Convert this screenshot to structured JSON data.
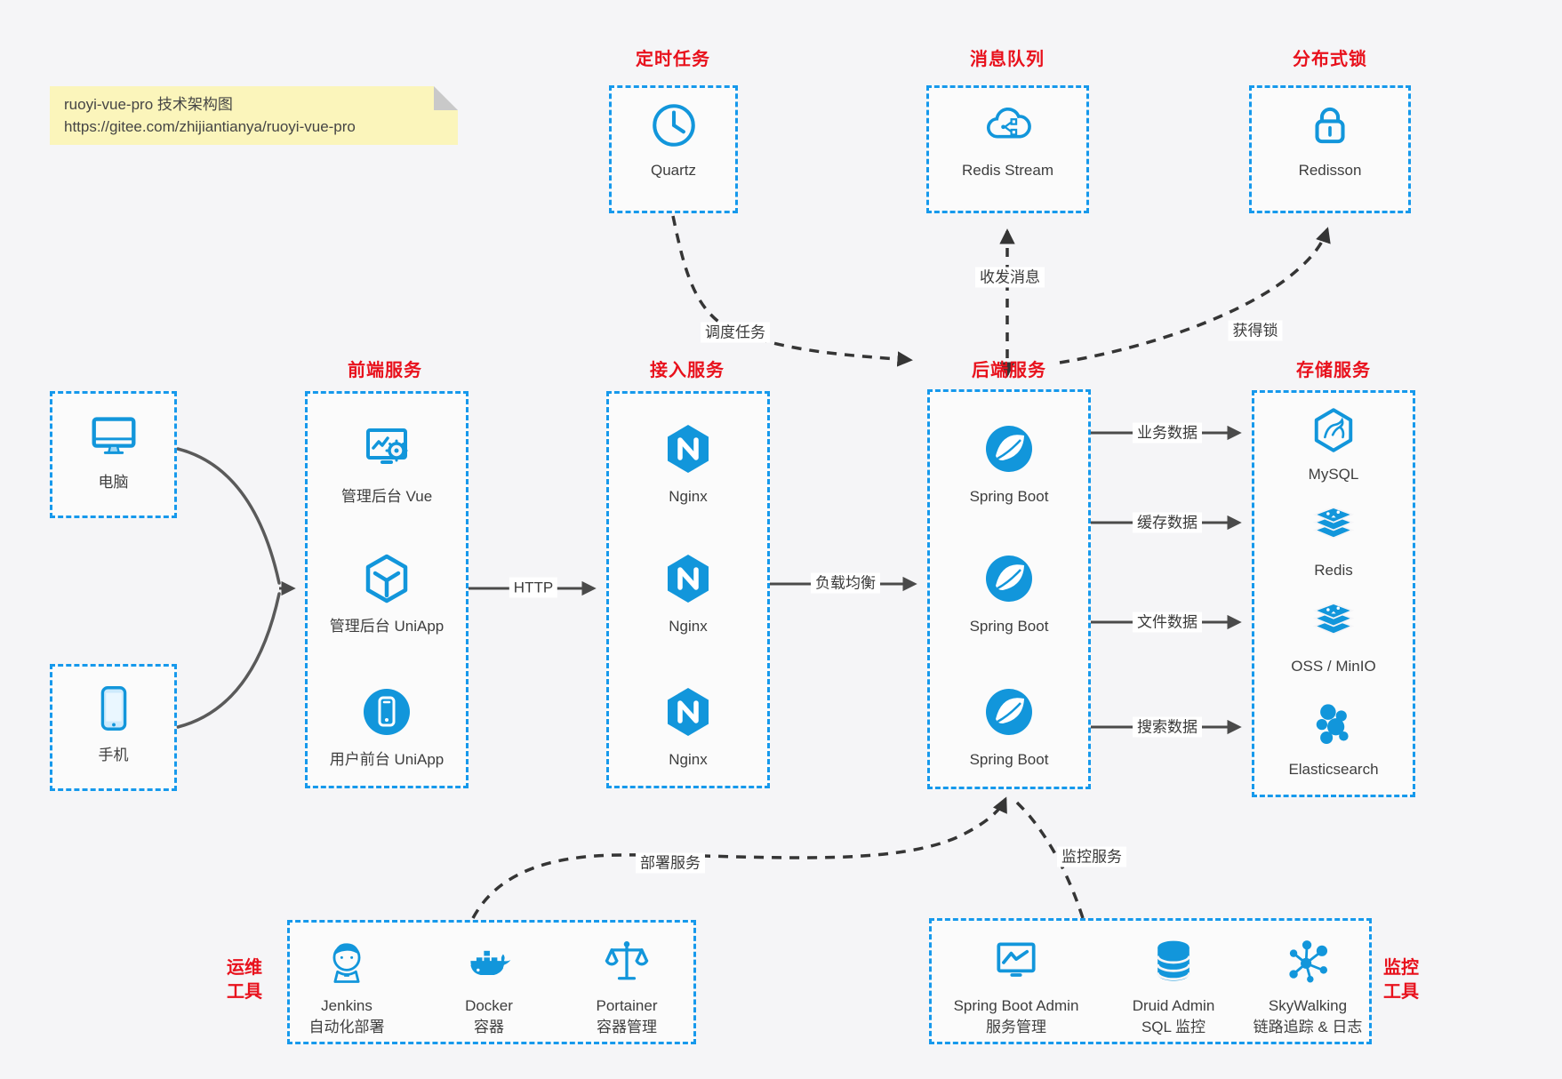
{
  "note": {
    "line1": "ruoyi-vue-pro 技术架构图",
    "line2": "https://gitee.com/zhijiantianya/ruoyi-vue-pro"
  },
  "top_groups": [
    {
      "title": "定时任务",
      "item": {
        "icon": "clock-icon",
        "label": "Quartz"
      }
    },
    {
      "title": "消息队列",
      "item": {
        "icon": "cloud-stream-icon",
        "label": "Redis Stream"
      }
    },
    {
      "title": "分布式锁",
      "item": {
        "icon": "lock-icon",
        "label": "Redisson"
      }
    }
  ],
  "clients": [
    {
      "icon": "desktop-icon",
      "label": "电脑"
    },
    {
      "icon": "smartphone-icon",
      "label": "手机"
    }
  ],
  "columns": [
    {
      "title": "前端服务",
      "items": [
        {
          "label": "管理后台 Vue"
        },
        {
          "label": "管理后台 UniApp"
        },
        {
          "label": "用户前台 UniApp"
        }
      ]
    },
    {
      "title": "接入服务",
      "items": [
        {
          "label": "Nginx"
        },
        {
          "label": "Nginx"
        },
        {
          "label": "Nginx"
        }
      ]
    },
    {
      "title": "后端服务",
      "items": [
        {
          "label": "Spring Boot"
        },
        {
          "label": "Spring Boot"
        },
        {
          "label": "Spring Boot"
        }
      ]
    },
    {
      "title": "存储服务",
      "items": [
        {
          "label": "MySQL"
        },
        {
          "label": "Redis"
        },
        {
          "label": "OSS / MinIO"
        },
        {
          "label": "Elasticsearch"
        }
      ]
    }
  ],
  "bottom_groups": [
    {
      "title_lines": [
        "运维",
        "工具"
      ],
      "items": [
        {
          "line1": "Jenkins",
          "line2": "自动化部署"
        },
        {
          "line1": "Docker",
          "line2": "容器"
        },
        {
          "line1": "Portainer",
          "line2": "容器管理"
        }
      ]
    },
    {
      "title_lines": [
        "监控",
        "工具"
      ],
      "items": [
        {
          "line1": "Spring Boot Admin",
          "line2": "服务管理"
        },
        {
          "line1": "Druid Admin",
          "line2": "SQL 监控"
        },
        {
          "line1": "SkyWalking",
          "line2": "链路追踪 & 日志"
        }
      ]
    }
  ],
  "edge_labels": {
    "http": "HTTP",
    "load_balance": "负载均衡",
    "business_data": "业务数据",
    "cache_data": "缓存数据",
    "file_data": "文件数据",
    "search_data": "搜索数据",
    "send_receive": "收发消息",
    "schedule": "调度任务",
    "acquire_lock": "获得锁",
    "deploy": "部署服务",
    "monitor": "监控服务"
  },
  "colors": {
    "icon_blue": "#1296db",
    "border_blue": "#1699ec",
    "title_red": "#e8111c",
    "arrow_gray": "#4a4a4a",
    "note_bg": "#fbf5bb"
  }
}
